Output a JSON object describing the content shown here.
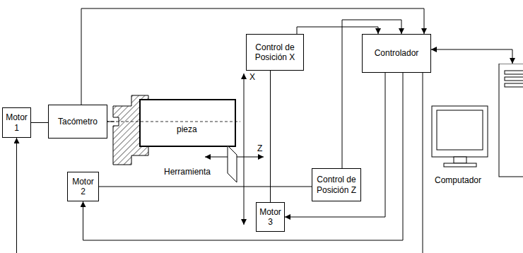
{
  "diagram": {
    "nodes": [
      {
        "text": [
          "Control de Posición X"
        ]
      },
      {
        "text": [
          "Controlador"
        ]
      },
      {
        "text": [
          "Motor 1"
        ]
      },
      {
        "text": [
          "Tacómetro"
        ]
      },
      {
        "text": [
          "Computador"
        ]
      },
      {
        "text": [
          "Motor 2"
        ]
      },
      {
        "text": [
          "Control de Posición Z"
        ]
      },
      {
        "text": [
          "Motor 3"
        ]
      }
    ],
    "edges": [
      {
        "from": 3,
        "to": 1,
        "arrow": "to"
      },
      {
        "from": 6,
        "to": 1,
        "arrow": "to"
      },
      {
        "from": 0,
        "to": 1,
        "arrow": "to"
      },
      {
        "from": 1,
        "to": 7,
        "arrow": "to"
      },
      {
        "from": 1,
        "to": 5,
        "arrow": "to"
      },
      {
        "from": 1,
        "to": 2,
        "arrow": "to"
      },
      {
        "from": 1,
        "to": 4,
        "arrow": "both"
      },
      {
        "from": 0,
        "to": 7,
        "arrow": "none"
      },
      {
        "from": 5,
        "to": 6,
        "arrow": "none"
      },
      {
        "from": 2,
        "to": 3,
        "arrow": "none"
      }
    ],
    "labels": [
      "pieza",
      "X",
      "Z",
      "Herramienta"
    ]
  }
}
